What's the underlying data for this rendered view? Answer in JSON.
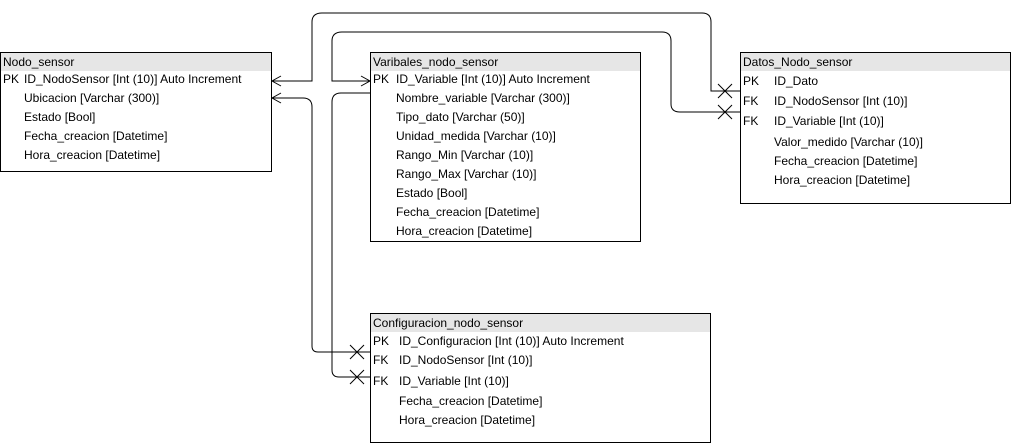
{
  "entities": {
    "nodo_sensor": {
      "title": "Nodo_sensor",
      "fields": [
        {
          "key": "PK",
          "text": "ID_NodoSensor [Int (10)]  Auto Increment"
        },
        {
          "key": "",
          "text": "Ubicacion [Varchar (300)]"
        },
        {
          "key": "",
          "text": "Estado [Bool]"
        },
        {
          "key": "",
          "text": "Fecha_creacion [Datetime]"
        },
        {
          "key": "",
          "text": "Hora_creacion [Datetime]"
        }
      ]
    },
    "variables": {
      "title": "Varibales_nodo_sensor",
      "fields": [
        {
          "key": "PK",
          "text": "ID_Variable [Int (10)]  Auto Increment"
        },
        {
          "key": "",
          "text": "Nombre_variable [Varchar (300)]"
        },
        {
          "key": "",
          "text": "Tipo_dato [Varchar (50)]"
        },
        {
          "key": "",
          "text": "Unidad_medida [Varchar (10)]"
        },
        {
          "key": "",
          "text": "Rango_Min [Varchar (10)]"
        },
        {
          "key": "",
          "text": "Rango_Max [Varchar (10)]"
        },
        {
          "key": "",
          "text": "Estado [Bool]"
        },
        {
          "key": "",
          "text": "Fecha_creacion [Datetime]"
        },
        {
          "key": "",
          "text": "Hora_creacion [Datetime]"
        }
      ]
    },
    "datos": {
      "title": "Datos_Nodo_sensor",
      "fields": [
        {
          "key": "PK",
          "text": "ID_Dato"
        },
        {
          "key": "FK",
          "text": "ID_NodoSensor [Int (10)]"
        },
        {
          "key": "FK",
          "text": "ID_Variable [Int (10)]"
        },
        {
          "key": "",
          "text": "Valor_medido [Varchar (10)]"
        },
        {
          "key": "",
          "text": "Fecha_creacion [Datetime]"
        },
        {
          "key": "",
          "text": "Hora_creacion [Datetime]"
        }
      ]
    },
    "configuracion": {
      "title": "Configuracion_nodo_sensor",
      "fields": [
        {
          "key": "PK",
          "text": "ID_Configuracion [Int (10)]  Auto Increment"
        },
        {
          "key": "FK",
          "text": "ID_NodoSensor [Int (10)]"
        },
        {
          "key": "FK",
          "text": "ID_Variable [Int (10)]"
        },
        {
          "key": "",
          "text": "Fecha_creacion [Datetime]"
        },
        {
          "key": "",
          "text": "Hora_creacion [Datetime]"
        }
      ]
    }
  }
}
